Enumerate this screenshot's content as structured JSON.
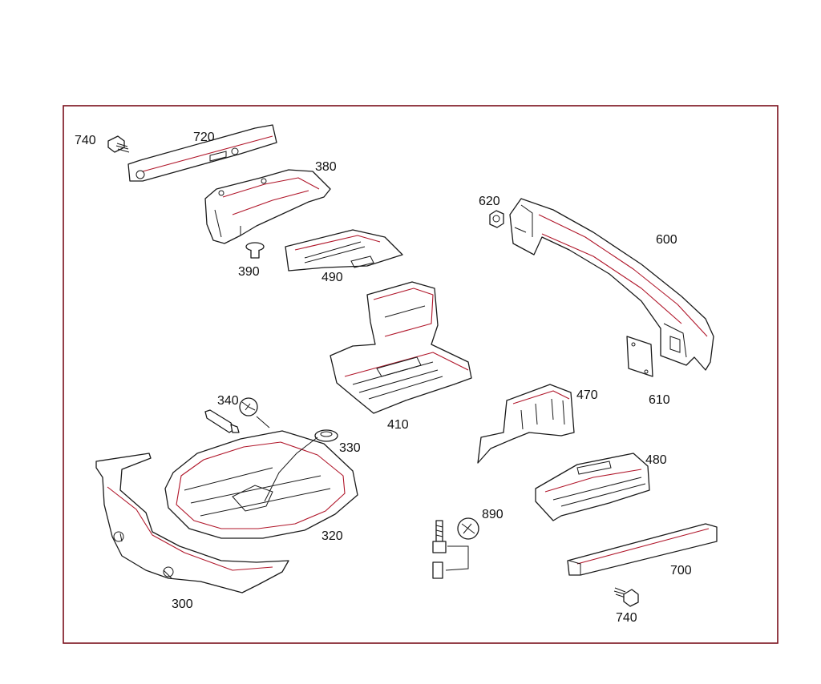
{
  "diagram": {
    "frame_color": "#7a0f1a",
    "outline_color": "#1a1a1a",
    "highlight_color": "#b0162a",
    "callouts": {
      "p740a": "740",
      "p720": "720",
      "p380": "380",
      "p390": "390",
      "p490": "490",
      "p620": "620",
      "p600": "600",
      "p410": "410",
      "p610": "610",
      "p470": "470",
      "p340": "340",
      "p330": "330",
      "p320": "320",
      "p300": "300",
      "p890": "890",
      "p480": "480",
      "p700": "700",
      "p740b": "740"
    },
    "icons": [
      "wrench-icon",
      "screw-icon",
      "nut-icon",
      "bolt-icon"
    ]
  }
}
